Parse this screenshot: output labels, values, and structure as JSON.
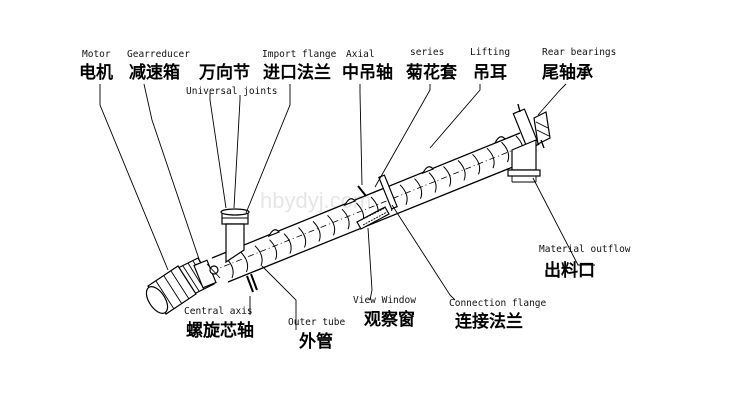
{
  "watermark": "hbydyj.com",
  "labels": {
    "motor": {
      "en": "Motor",
      "zh": "电机"
    },
    "gearreducer": {
      "en": "Gearreducer",
      "zh": "减速箱"
    },
    "universal_joints": {
      "en": "Universal joints",
      "zh": "万向节"
    },
    "import_flange": {
      "en": "Import flange",
      "zh": "进口法兰"
    },
    "axial": {
      "en": "Axial",
      "zh": "中吊轴"
    },
    "series": {
      "en": "series",
      "zh": "菊花套"
    },
    "lifting": {
      "en": "Lifting",
      "zh": "吊耳"
    },
    "rear_bearings": {
      "en": "Rear bearings",
      "zh": "尾轴承"
    },
    "material_outflow": {
      "en": "Material outflow",
      "zh": "出料口"
    },
    "central_axis": {
      "en": "Central axis",
      "zh": "螺旋芯轴"
    },
    "outer_tube": {
      "en": "Outer tube",
      "zh": "外管"
    },
    "view_window": {
      "en": "View Window",
      "zh": "观察窗"
    },
    "connection_flange": {
      "en": "Connection flange",
      "zh": "连接法兰"
    }
  }
}
